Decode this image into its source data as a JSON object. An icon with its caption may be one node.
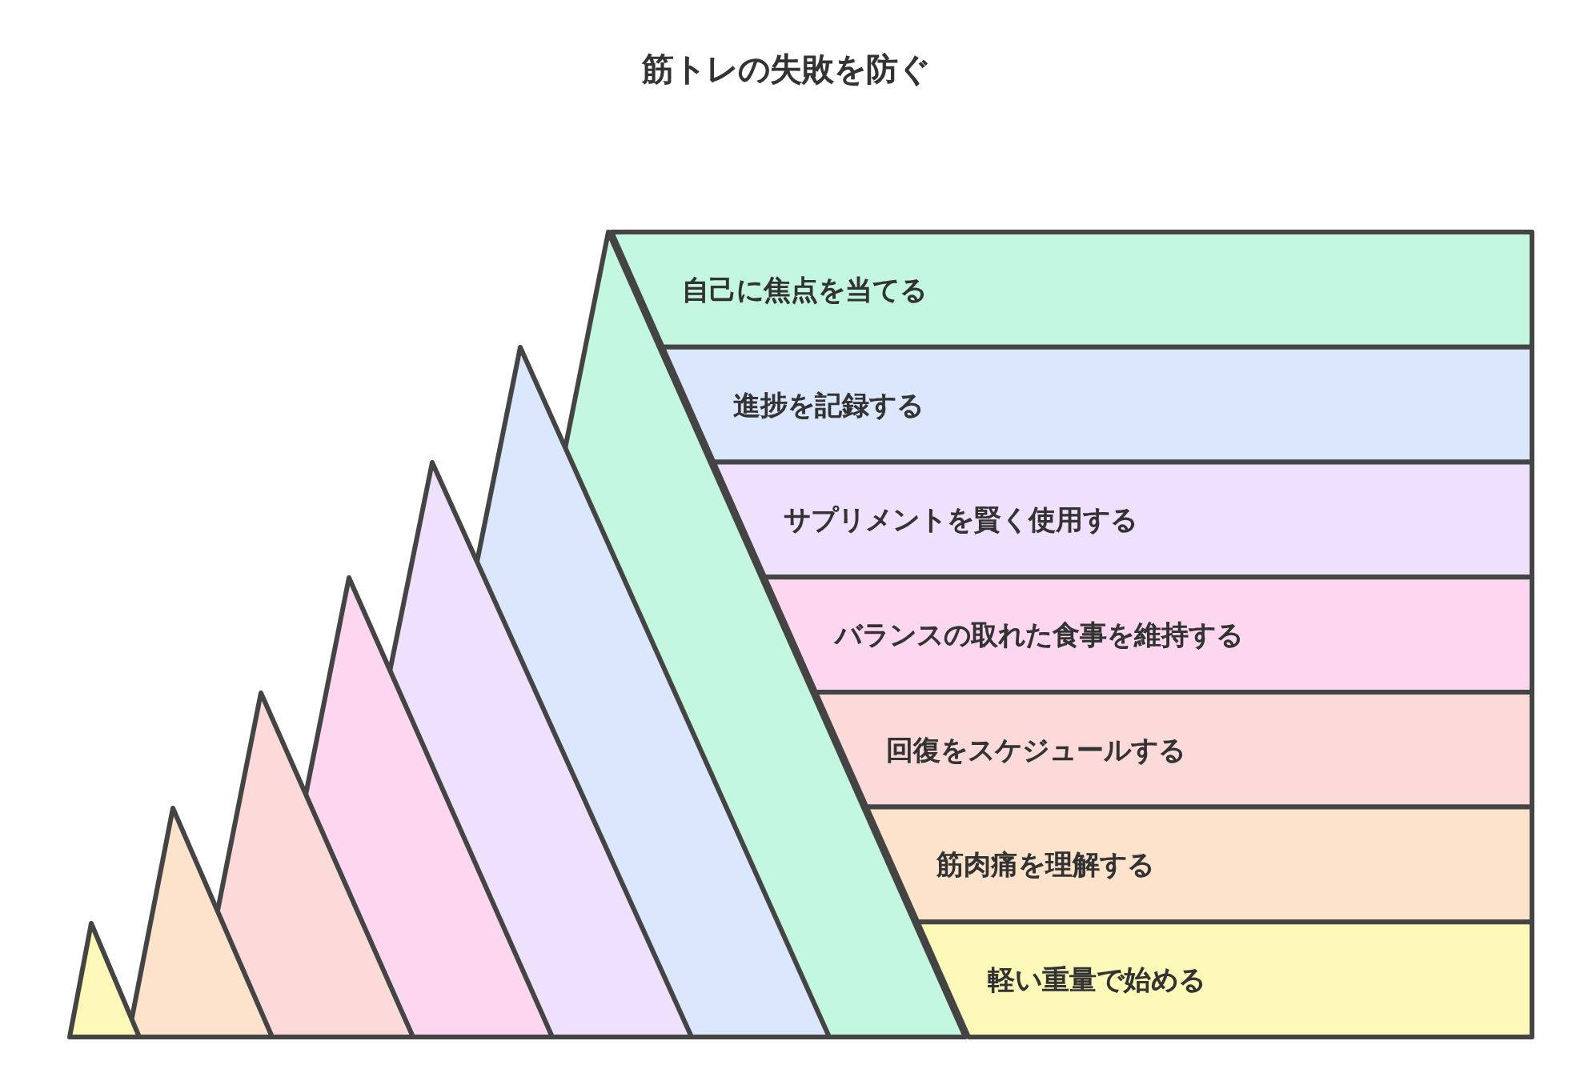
{
  "diagram": {
    "title": "筋トレの失敗を防ぐ",
    "nodes": [
      {
        "text": [
          "自己に焦点を当てる"
        ]
      },
      {
        "text": [
          "進捗を記録する"
        ]
      },
      {
        "text": [
          "サプリメントを賢く使用する"
        ]
      },
      {
        "text": [
          "バランスの取れた食事を維持する"
        ]
      },
      {
        "text": [
          "回復をスケジュールする"
        ]
      },
      {
        "text": [
          "筋肉痛を理解する"
        ]
      },
      {
        "text": [
          "軽い重量で始める"
        ]
      }
    ]
  }
}
